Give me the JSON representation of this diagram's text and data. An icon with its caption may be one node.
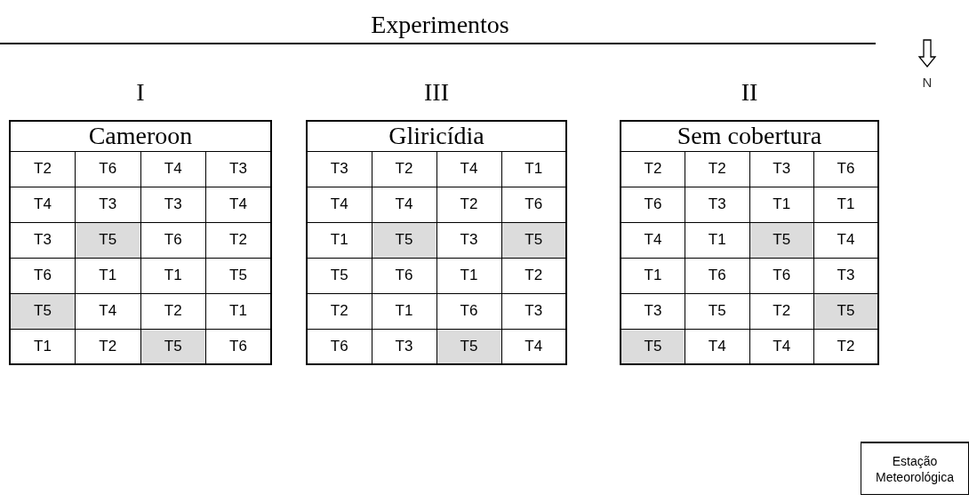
{
  "diagram": {
    "title": "Experimentos",
    "nodes": [
      {
        "text": [
          "I",
          "Cameroon"
        ]
      },
      {
        "text": [
          "III",
          "Gliricídia"
        ]
      },
      {
        "text": [
          "II",
          "Sem cobertura"
        ]
      },
      {
        "text": [
          "Estação Meteorológica"
        ]
      }
    ],
    "labels": [
      "N",
      "T2",
      "T6",
      "T4",
      "T3",
      "T4",
      "T3",
      "T3",
      "T4",
      "T3",
      "T5",
      "T6",
      "T2",
      "T6",
      "T1",
      "T1",
      "T5",
      "T5",
      "T4",
      "T2",
      "T1",
      "T1",
      "T2",
      "T5",
      "T6",
      "T3",
      "T2",
      "T4",
      "T1",
      "T4",
      "T4",
      "T2",
      "T6",
      "T1",
      "T5",
      "T3",
      "T5",
      "T5",
      "T6",
      "T1",
      "T2",
      "T2",
      "T1",
      "T6",
      "T3",
      "T6",
      "T3",
      "T5",
      "T4",
      "T2",
      "T2",
      "T3",
      "T6",
      "T6",
      "T3",
      "T1",
      "T1",
      "T4",
      "T1",
      "T5",
      "T4",
      "T1",
      "T6",
      "T6",
      "T3",
      "T3",
      "T5",
      "T2",
      "T5",
      "T5",
      "T4",
      "T4",
      "T2"
    ]
  }
}
